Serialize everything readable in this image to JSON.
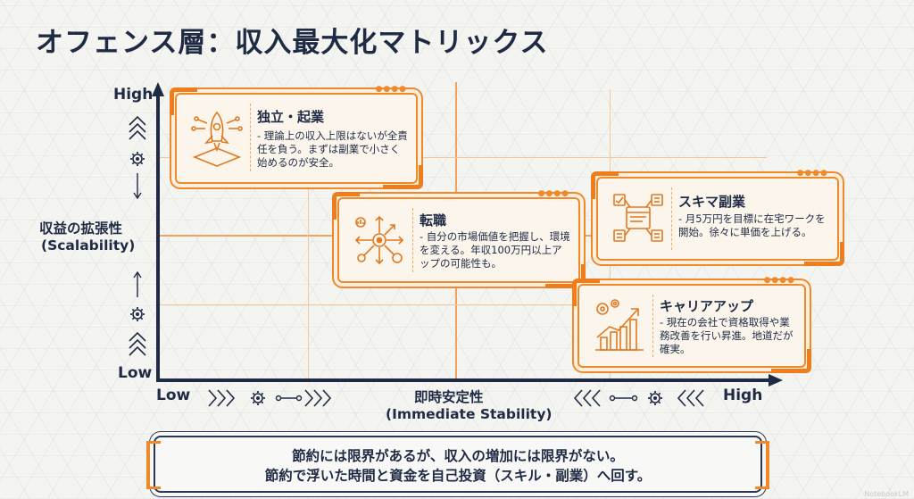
{
  "title": "オフェンス層：収入最大化マトリックス",
  "y_axis": {
    "label_ja": "収益の拡張性",
    "label_en": "(Scalability)",
    "high": "High",
    "low": "Low"
  },
  "x_axis": {
    "label_ja": "即時安定性",
    "label_en": "(Immediate Stability)",
    "high": "High",
    "low": "Low"
  },
  "quadrant_items": [
    {
      "title": "独立・起業",
      "desc": "- 理論上の収入上限はないが全責任を負う。まずは副業で小さく始めるのが安全。",
      "icon": "rocket-icon"
    },
    {
      "title": "転職",
      "desc": "- 自分の市場価値を把握し、環境を変える。年収100万円以上アップの可能性も。",
      "icon": "network-icon"
    },
    {
      "title": "スキマ副業",
      "desc": "- 月5万円を目標に在宅ワークを開始。徐々に単価を上げる。",
      "icon": "dashboard-icon"
    },
    {
      "title": "キャリアアップ",
      "desc": "- 現在の会社で資格取得や業務改善を行い昇進。地道だが確実。",
      "icon": "growth-chart-icon"
    }
  ],
  "bottom_message": {
    "line1": "節約には限界があるが、収入の増加には限界がない。",
    "line2": "節約で浮いた時間と資金を自己投資（スキル・副業）へ回す。"
  },
  "colors": {
    "navy": "#1f2a44",
    "orange": "#ef8a2c",
    "card_bg": "#fbf5ec"
  },
  "watermark": "NotebookLM"
}
